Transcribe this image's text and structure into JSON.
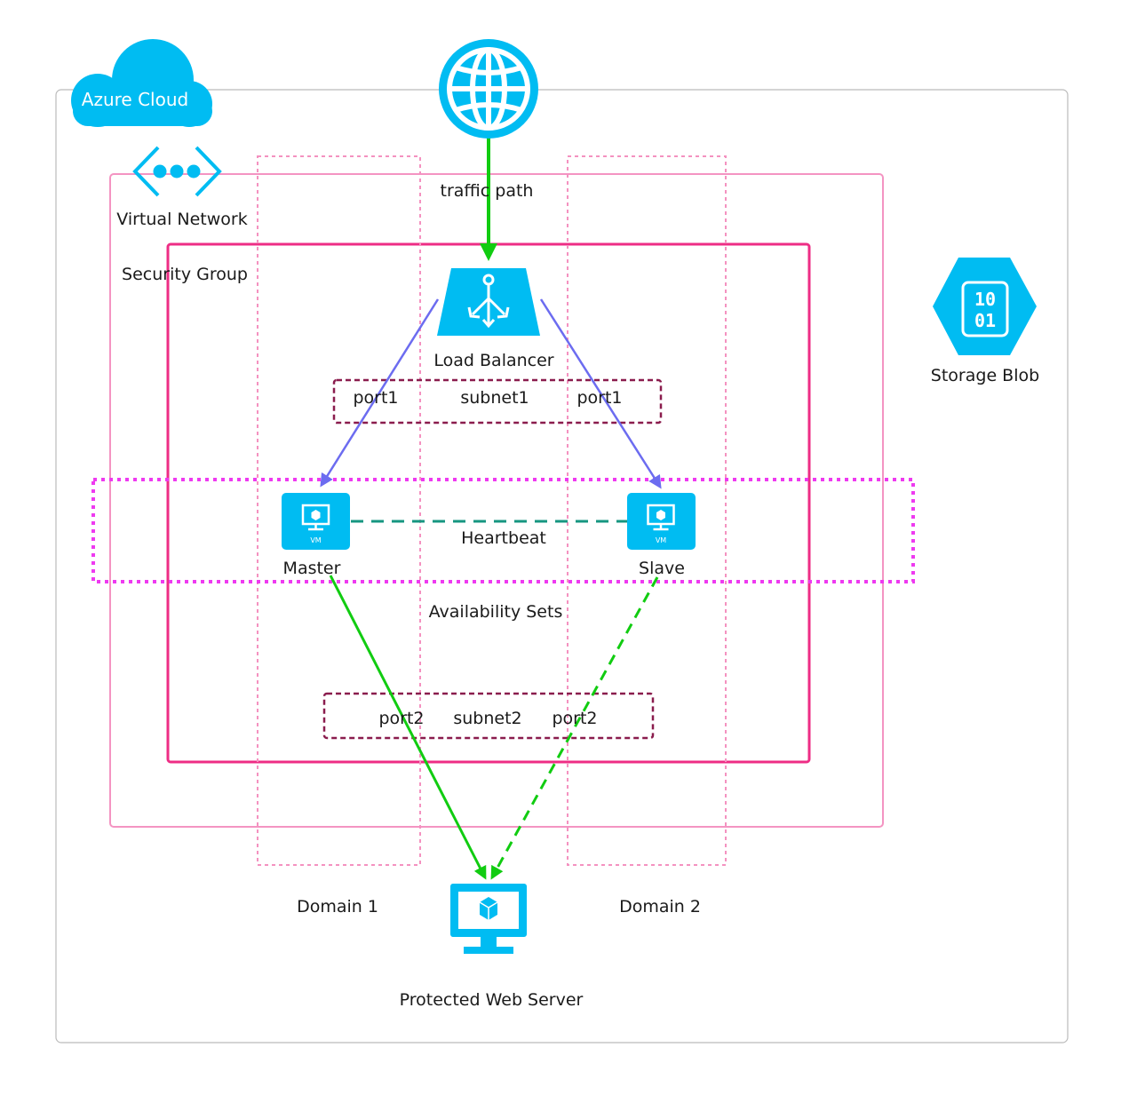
{
  "title": "",
  "colors": {
    "azure": "#00bcf2",
    "traffic": "#11cc11",
    "port_arrow": "#6c6cf0",
    "security_group": "#ee2d85",
    "virtual_network": "#f494c2",
    "domain": "#f492c0",
    "subnet": "#8a1c4d",
    "availability": "#ee3af0",
    "heartbeat": "#169680",
    "outer": "#bbbbbb"
  },
  "labels": {
    "azure_cloud": "Azure Cloud",
    "virtual_network": "Virtual Network",
    "security_group": "Security Group",
    "traffic_path": "traffic path",
    "load_balancer": "Load Balancer",
    "storage_blob": "Storage Blob",
    "blob_top": "10",
    "blob_bottom": "01",
    "subnet1": "subnet1",
    "port1_left": "port1",
    "port1_right": "port1",
    "master": "Master",
    "slave": "Slave",
    "vm_badge": "VM",
    "heartbeat": "Heartbeat",
    "availability_sets": "Availability Sets",
    "subnet2": "subnet2",
    "port2_left": "port2",
    "port2_right": "port2",
    "domain1": "Domain 1",
    "domain2": "Domain 2",
    "web_server": "Protected Web Server"
  },
  "icons": {
    "internet": "globe-icon",
    "cloud": "cloud-icon",
    "network": "virtual-network-icon",
    "load_balancer": "load-balancer-icon",
    "vm": "virtual-machine-icon",
    "storage": "storage-blob-icon",
    "server": "monitor-icon"
  }
}
